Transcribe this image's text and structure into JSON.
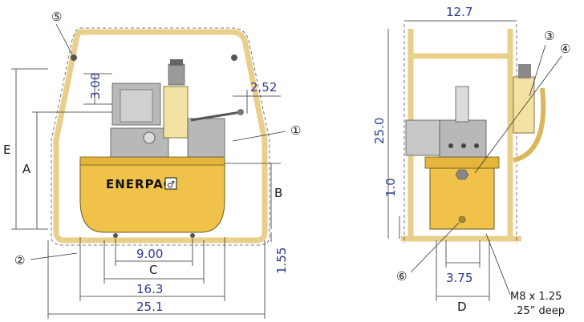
{
  "brand": "ENERPAC",
  "brand_mark": "♂",
  "front_view": {
    "dims": {
      "d300": "3.00",
      "d252": "2.52",
      "d900": "9.00",
      "d163": "16.3",
      "d251": "25.1",
      "d155": "1.55"
    },
    "letters": {
      "E": "E",
      "A": "A",
      "B": "B",
      "C": "C"
    }
  },
  "side_view": {
    "dims": {
      "d127": "12.7",
      "d250": "25.0",
      "d10": "1.0",
      "d375": "3.75"
    },
    "letters": {
      "D": "D"
    },
    "note": {
      "line1": "M8 x 1.25",
      "line2": ".25” deep"
    }
  },
  "callouts": {
    "c1": "①",
    "c2": "②",
    "c3": "③",
    "c4": "④",
    "c5": "⑤",
    "c6": "⑥"
  }
}
